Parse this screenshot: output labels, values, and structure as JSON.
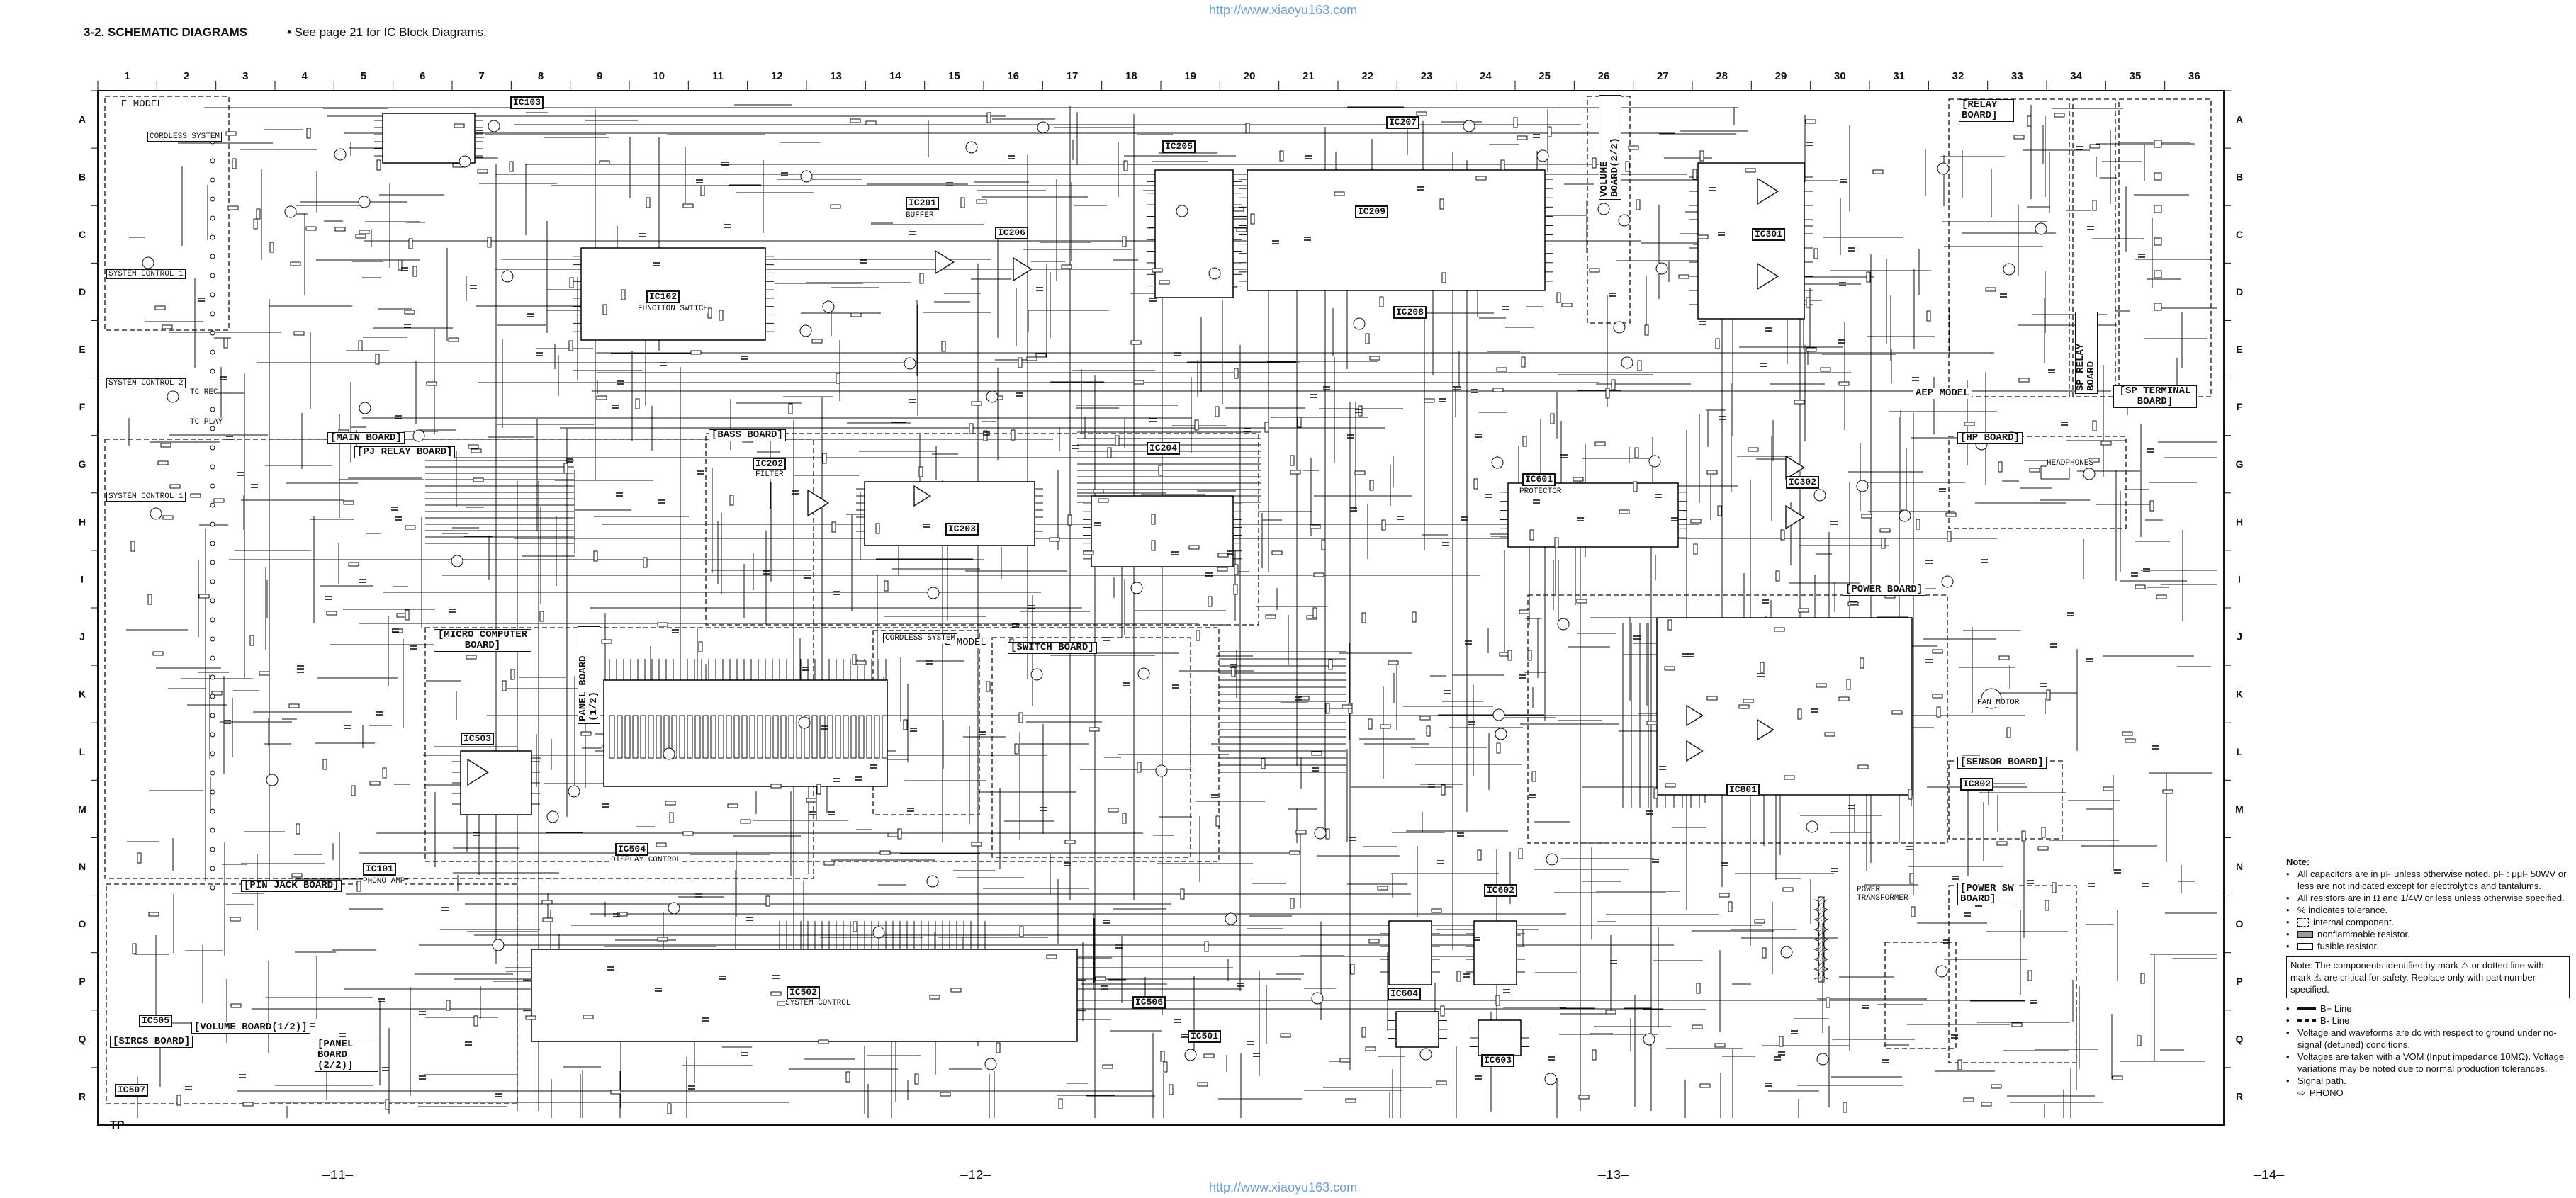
{
  "page": {
    "title": "3-2. SCHEMATIC DIAGRAMS",
    "note": "• See page 21 for IC Block Diagrams.",
    "watermark": "http://www.xiaoyu163.com",
    "tp_label": "TP",
    "page_numbers": [
      "—11—",
      "—12—",
      "—13—",
      "—14—"
    ]
  },
  "grid": {
    "columns": [
      "1",
      "2",
      "3",
      "4",
      "5",
      "6",
      "7",
      "8",
      "9",
      "10",
      "11",
      "12",
      "13",
      "14",
      "15",
      "16",
      "17",
      "18",
      "19",
      "20",
      "21",
      "22",
      "23",
      "24",
      "25",
      "26",
      "27",
      "28",
      "29",
      "30",
      "31",
      "32",
      "33",
      "34",
      "35",
      "36"
    ],
    "rows": [
      "A",
      "B",
      "C",
      "D",
      "E",
      "F",
      "G",
      "H",
      "I",
      "J",
      "K",
      "L",
      "M",
      "N",
      "O",
      "P",
      "Q",
      "R"
    ]
  },
  "boards": [
    {
      "id": "e-model",
      "label": "E MODEL"
    },
    {
      "id": "main",
      "label": "[MAIN BOARD]"
    },
    {
      "id": "pj-relay",
      "label": "[PJ RELAY BOARD]"
    },
    {
      "id": "bass",
      "label": "[BASS BOARD]"
    },
    {
      "id": "micro",
      "label": "[MICRO COMPUTER BOARD]"
    },
    {
      "id": "switch",
      "label": "[SWITCH BOARD]"
    },
    {
      "id": "pin-jack",
      "label": "[PIN JACK BOARD]"
    },
    {
      "id": "volume-1",
      "label": "[VOLUME BOARD(1/2)]"
    },
    {
      "id": "sircs",
      "label": "[SIRCS BOARD]"
    },
    {
      "id": "panel-2",
      "label": "[PANEL BOARD (2/2)]"
    },
    {
      "id": "relay",
      "label": "[RELAY BOARD]"
    },
    {
      "id": "hp",
      "label": "[HP BOARD]"
    },
    {
      "id": "power",
      "label": "[POWER BOARD]"
    },
    {
      "id": "sensor",
      "label": "[SENSOR BOARD]"
    },
    {
      "id": "power-sw",
      "label": "[POWER SW BOARD]"
    },
    {
      "id": "sp-terminal",
      "label": "[SP TERMINAL BOARD]"
    },
    {
      "id": "aep-model",
      "label": "AEP MODEL"
    },
    {
      "id": "e-model-2",
      "label": "E MODEL"
    }
  ],
  "vertical_boards": [
    {
      "id": "volume-2",
      "label": "VOLUME BOARD(2/2)"
    },
    {
      "id": "panel-1",
      "label": "PANEL BOARD (1/2)"
    },
    {
      "id": "sp-relay",
      "label": "SP RELAY BOARD"
    }
  ],
  "ics": [
    "IC103",
    "IC102",
    "IC201",
    "IC206",
    "IC205",
    "IC209",
    "IC207",
    "IC208",
    "IC301",
    "IC202",
    "IC203",
    "IC204",
    "IC601",
    "IC302",
    "IC503",
    "IC504",
    "IC101",
    "IC505",
    "IC507",
    "IC502",
    "IC506",
    "IC501",
    "IC604",
    "IC602",
    "IC603",
    "IC801",
    "IC802"
  ],
  "signal_labels": {
    "system_control_1": "SYSTEM CONTROL 1",
    "system_control_2": "SYSTEM CONTROL 2",
    "system_control_3": "SYSTEM CONTROL 1",
    "tc_rec": "TC REC",
    "tc_play": "TC PLAY",
    "cordless": "CORDLESS SYSTEM",
    "phono_amp": "PHONO AMP",
    "function_switch": "FUNCTION SWITCH",
    "buffer": "BUFFER",
    "filter": "FILTER",
    "display_control": "DISPLAY CONTROL",
    "system_control": "SYSTEM CONTROL",
    "protector": "PROTECTOR",
    "headphones": "HEADPHONES",
    "fan_motor": "FAN MOTOR",
    "power_transformer": "POWER TRANSFORMER"
  },
  "notes": {
    "title": "Note:",
    "items": [
      "All capacitors are in μF unless otherwise noted. pF : μμF 50WV or less are not indicated except for electrolytics and tantalums.",
      "All resistors are in Ω and 1/4W or less unless otherwise specified.",
      "%   indicates tolerance.",
      "internal component.",
      "nonflammable resistor.",
      "fusible resistor."
    ],
    "safety": "Note: The components identified by mark ⚠ or dotted line with mark ⚠ are critical for safety. Replace only with part number specified.",
    "lines": [
      "B+ Line",
      "B- Line",
      "Voltage and waveforms are dc with respect to ground under no-signal (detuned) conditions.",
      "Voltages are taken with a VOM (Input impedance 10MΩ). Voltage variations may be noted due to normal production tolerances.",
      "Signal path.",
      "PHONO"
    ]
  },
  "colors": {
    "ink": "#111111",
    "watermark": "#6aa0d8",
    "paper": "#ffffff"
  }
}
